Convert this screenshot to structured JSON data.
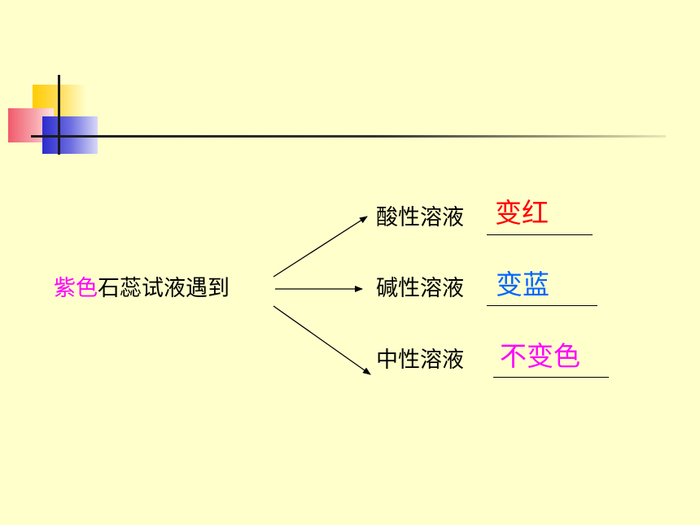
{
  "subject": {
    "highlight": "紫色",
    "rest": "石蕊试液遇到"
  },
  "branches": [
    {
      "label": "酸性溶液",
      "answer": "变红",
      "answer_color": "#FF0000"
    },
    {
      "label": "碱性溶液",
      "answer": "变蓝",
      "answer_color": "#0066FF"
    },
    {
      "label": "中性溶液",
      "answer": "不变色",
      "answer_color": "#FF00FF"
    }
  ],
  "colors": {
    "background": "#FFFFCC",
    "highlight": "#FF00FF"
  }
}
